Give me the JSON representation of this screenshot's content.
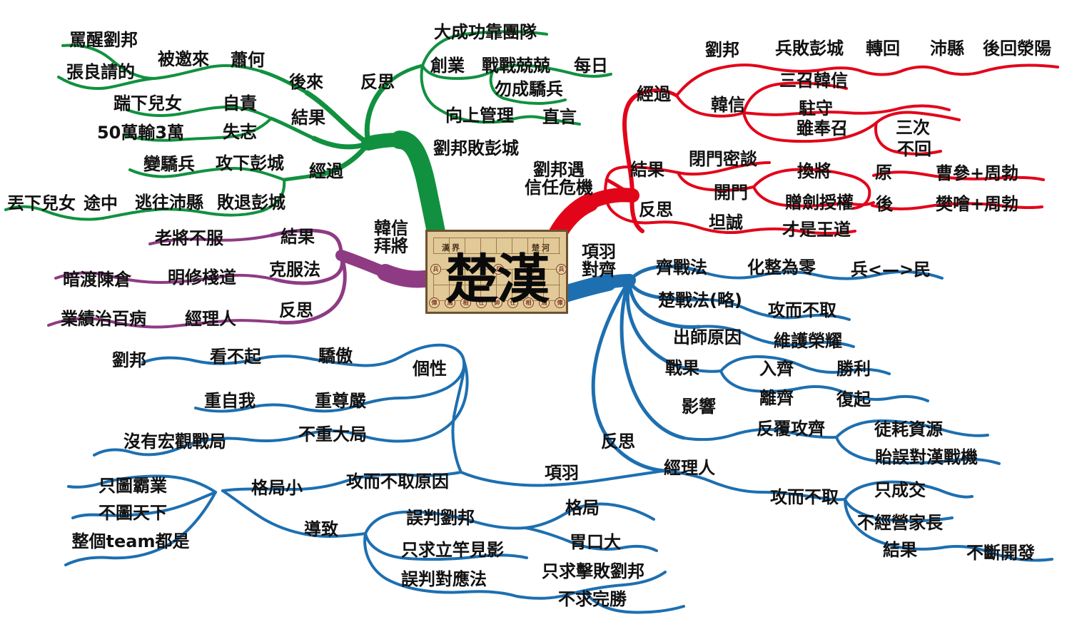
{
  "title": "楚漢 Mind Map",
  "center": {
    "main_text": "楚漢",
    "river_left": "漢界",
    "river_right": "楚河",
    "pieces_bottom": [
      "俥",
      "馬",
      "相",
      "仕",
      "帥",
      "仕",
      "相",
      "馬",
      "俥"
    ],
    "pieces_soldier": [
      "兵",
      "兵",
      "兵",
      "兵"
    ]
  },
  "colors": {
    "green": "#11913f",
    "red": "#e2051a",
    "purple": "#8e3b84",
    "blue": "#1d6fb0",
    "text": "#111111"
  },
  "branches": {
    "green": {
      "name": "劉邦敗彭城",
      "label": "劉邦敗彭城",
      "nodes": {
        "fansi": "反思",
        "houlai": "後來",
        "jieguo": "結果",
        "jingguo": "經過",
        "dachenggong": "大成功靠團隊",
        "chuangye": "創業",
        "zhanzhanjingjing": "戰戰兢兢",
        "meiri": "每日",
        "wuchengjiaobing": "勿成驕兵",
        "xiangshangguanli": "向上管理",
        "zhiyan": "直言",
        "xiaohe": "蕭何",
        "beiyaolai": "被邀來",
        "maxingliubang": "罵醒劉邦",
        "zhangliangqingde": "張良請的",
        "zize": "自責",
        "duanxiaernv": "踹下兒女",
        "shizhi": "失志",
        "wushiwanshu": "50萬輸3萬",
        "gongxiapengcheng": "攻下彭城",
        "bianjiaobing": "變驕兵",
        "baituipengcheng": "敗退彭城",
        "taowangpeixian": "逃往沛縣",
        "tuzhong": "途中",
        "diuxiaernv": "丟下兒女"
      }
    },
    "red": {
      "name": "劉邦遇信任危機",
      "label_line1": "劉邦遇",
      "label_line2": "信任危機",
      "nodes": {
        "jingguo": "經過",
        "jieguo": "結果",
        "fansi": "反思",
        "liubang": "劉邦",
        "bingbaipengcheng": "兵敗彭城",
        "zhuanhui": "轉回",
        "peixian": "沛縣",
        "houhuixingyang": "後回滎陽",
        "hanxin": "韓信",
        "sanzhaohanxin": "三召韓信",
        "zhushou": "駐守",
        "suifengzhao": "雖奉召",
        "sanci": "三次",
        "buhui": "不回",
        "bimenmitan": "閉門密談",
        "kaimen": "開門",
        "tancheng": "坦誠",
        "huanjiang": "換將",
        "zengjianshouquan": "贈劍授權",
        "caishiwangdao": "才是王道",
        "yuan": "原",
        "hou": "後",
        "caocan": "曹參+周勃",
        "fankuai": "樊噲+周勃"
      }
    },
    "purple": {
      "name": "韓信拜將",
      "label_line1": "韓信",
      "label_line2": "拜將",
      "nodes": {
        "jieguo": "結果",
        "fansi": "反思",
        "laojiangbufu": "老將不服",
        "kefufa": "克服法",
        "mingxiuzhandao": "明修棧道",
        "andu": "暗渡陳倉",
        "jinglliren": "經理人",
        "yeji": "業績治百病"
      }
    },
    "blue": {
      "name": "項羽對齊",
      "label_line1": "項羽",
      "label_line2": "對齊",
      "nodes": {
        "qizhanfa": "齊戰法",
        "huazhengweiling": "化整為零",
        "bingmin": "兵<—>民",
        "chuzhanfa": "楚戰法(略)",
        "gongerbuqu": "攻而不取",
        "chushiyuanyin": "出師原因",
        "weihurongyao": "維護榮耀",
        "zhanguo": "戰果",
        "ruqi": "入齊",
        "shengli": "勝利",
        "liqi": "離齊",
        "fuqi": "復起",
        "yingxiang": "影響",
        "fanfugongqi": "反覆攻齊",
        "tuhaoziyuan": "徒耗資源",
        "daiwuduihan": "貽誤對漢戰機",
        "fansi": "反思",
        "xiangyu": "項羽",
        "jinglliren": "經理人",
        "gongerbuqu2": "攻而不取",
        "zhichengjiao": "只成交",
        "bujingying": "不經營家長",
        "jieguo": "結果",
        "buduankaifa": "不斷開發",
        "gexing": "個性",
        "liubang": "劉邦",
        "kanbuqi": "看不起",
        "jiaoao": "驕傲",
        "zhongziwo": "重自我",
        "zhongzunyan": "重尊嚴",
        "meiyouhongguan": "沒有宏觀戰局",
        "buzhongdaju": "不重大局",
        "gejuxiao": "格局小",
        "gongerbuquyuanyin": "攻而不取原因",
        "zhitubaye": "只圖霸業",
        "butu": "不圖天下",
        "zhenggeteam": "整個team都是",
        "daozhi": "導致",
        "wupanliubang": "誤判劉邦",
        "zhiqiulizhan": "只求立竿見影",
        "wupanduiyingfa": "誤判對應法",
        "geju": "格局",
        "weikouda": "胃口大",
        "zhiqiujibai": "只求擊敗劉邦",
        "buqiuwansheng": "不求完勝"
      }
    }
  }
}
